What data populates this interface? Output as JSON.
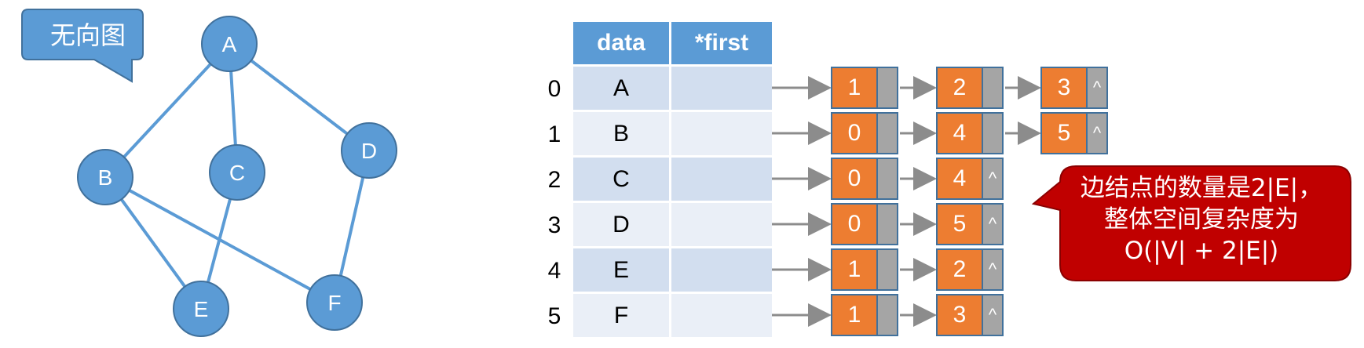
{
  "callout": {
    "label": "无向图"
  },
  "graph": {
    "nodes": [
      {
        "id": "A",
        "label": "A"
      },
      {
        "id": "B",
        "label": "B"
      },
      {
        "id": "C",
        "label": "C"
      },
      {
        "id": "D",
        "label": "D"
      },
      {
        "id": "E",
        "label": "E"
      },
      {
        "id": "F",
        "label": "F"
      }
    ],
    "edges": [
      [
        "A",
        "B"
      ],
      [
        "A",
        "C"
      ],
      [
        "A",
        "D"
      ],
      [
        "B",
        "E"
      ],
      [
        "B",
        "F"
      ],
      [
        "C",
        "E"
      ],
      [
        "D",
        "F"
      ]
    ]
  },
  "table": {
    "headers": [
      "data",
      "*first"
    ],
    "rows": [
      {
        "index": "0",
        "data": "A",
        "list": [
          {
            "v": "1",
            "end": false
          },
          {
            "v": "2",
            "end": false
          },
          {
            "v": "3",
            "end": true
          }
        ]
      },
      {
        "index": "1",
        "data": "B",
        "list": [
          {
            "v": "0",
            "end": false
          },
          {
            "v": "4",
            "end": false
          },
          {
            "v": "5",
            "end": true
          }
        ]
      },
      {
        "index": "2",
        "data": "C",
        "list": [
          {
            "v": "0",
            "end": false
          },
          {
            "v": "4",
            "end": true
          }
        ]
      },
      {
        "index": "3",
        "data": "D",
        "list": [
          {
            "v": "0",
            "end": false
          },
          {
            "v": "5",
            "end": true
          }
        ]
      },
      {
        "index": "4",
        "data": "E",
        "list": [
          {
            "v": "1",
            "end": false
          },
          {
            "v": "2",
            "end": true
          }
        ]
      },
      {
        "index": "5",
        "data": "F",
        "list": [
          {
            "v": "1",
            "end": false
          },
          {
            "v": "3",
            "end": true
          }
        ]
      }
    ],
    "null_symbol": "^"
  },
  "note": {
    "line1": "边结点的数量是2|E|，",
    "line2": "整体空间复杂度为",
    "line3": "O(|V| + 2|E|)"
  },
  "colors": {
    "node_fill": "#5b9bd5",
    "edge": "#5b9bd5",
    "list_value": "#ed7d31",
    "list_pointer": "#a5a5a5",
    "note_bg": "#c00000"
  }
}
